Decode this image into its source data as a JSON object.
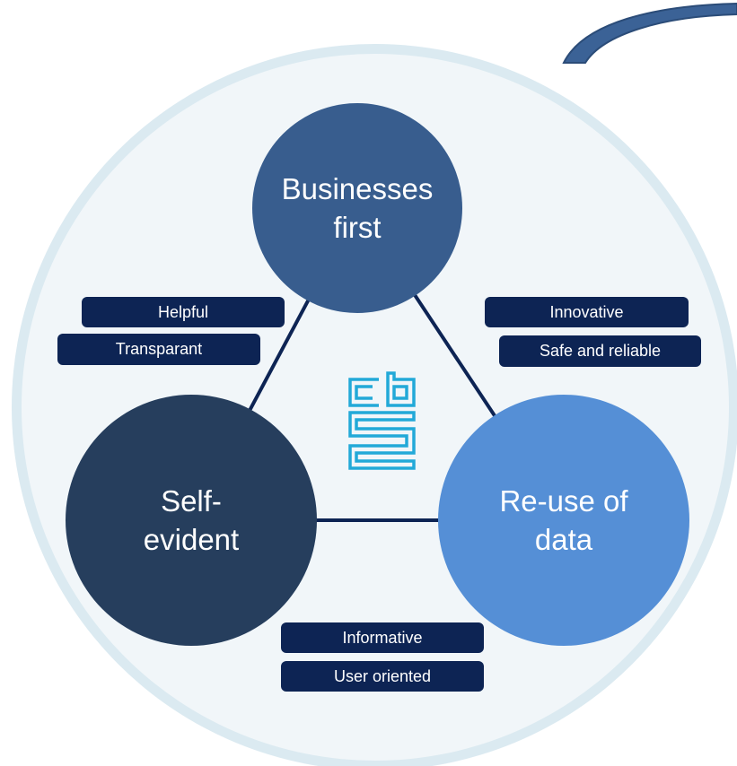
{
  "nodes": {
    "top": {
      "label": "Businesses\nfirst",
      "color": "#385d8e"
    },
    "left": {
      "label": "Self-\nevident",
      "color": "#263e5d"
    },
    "right": {
      "label": "Re-use of\ndata",
      "color": "#558fd6"
    }
  },
  "tags": {
    "helpful": "Helpful",
    "transparant": "Transparant",
    "innovative": "Innovative",
    "safe_reliable": "Safe and reliable",
    "informative": "Informative",
    "user_oriented": "User oriented"
  },
  "colors": {
    "background_circle": "#f1f6f9",
    "background_ring": "#dbeaf1",
    "connector": "#0d2454",
    "tag_fill": "#0d2454",
    "arc": "#3b6296",
    "logo": "#22a9d8"
  },
  "icons": {
    "logo": "cbs-logo",
    "arc": "decorative-arc"
  }
}
